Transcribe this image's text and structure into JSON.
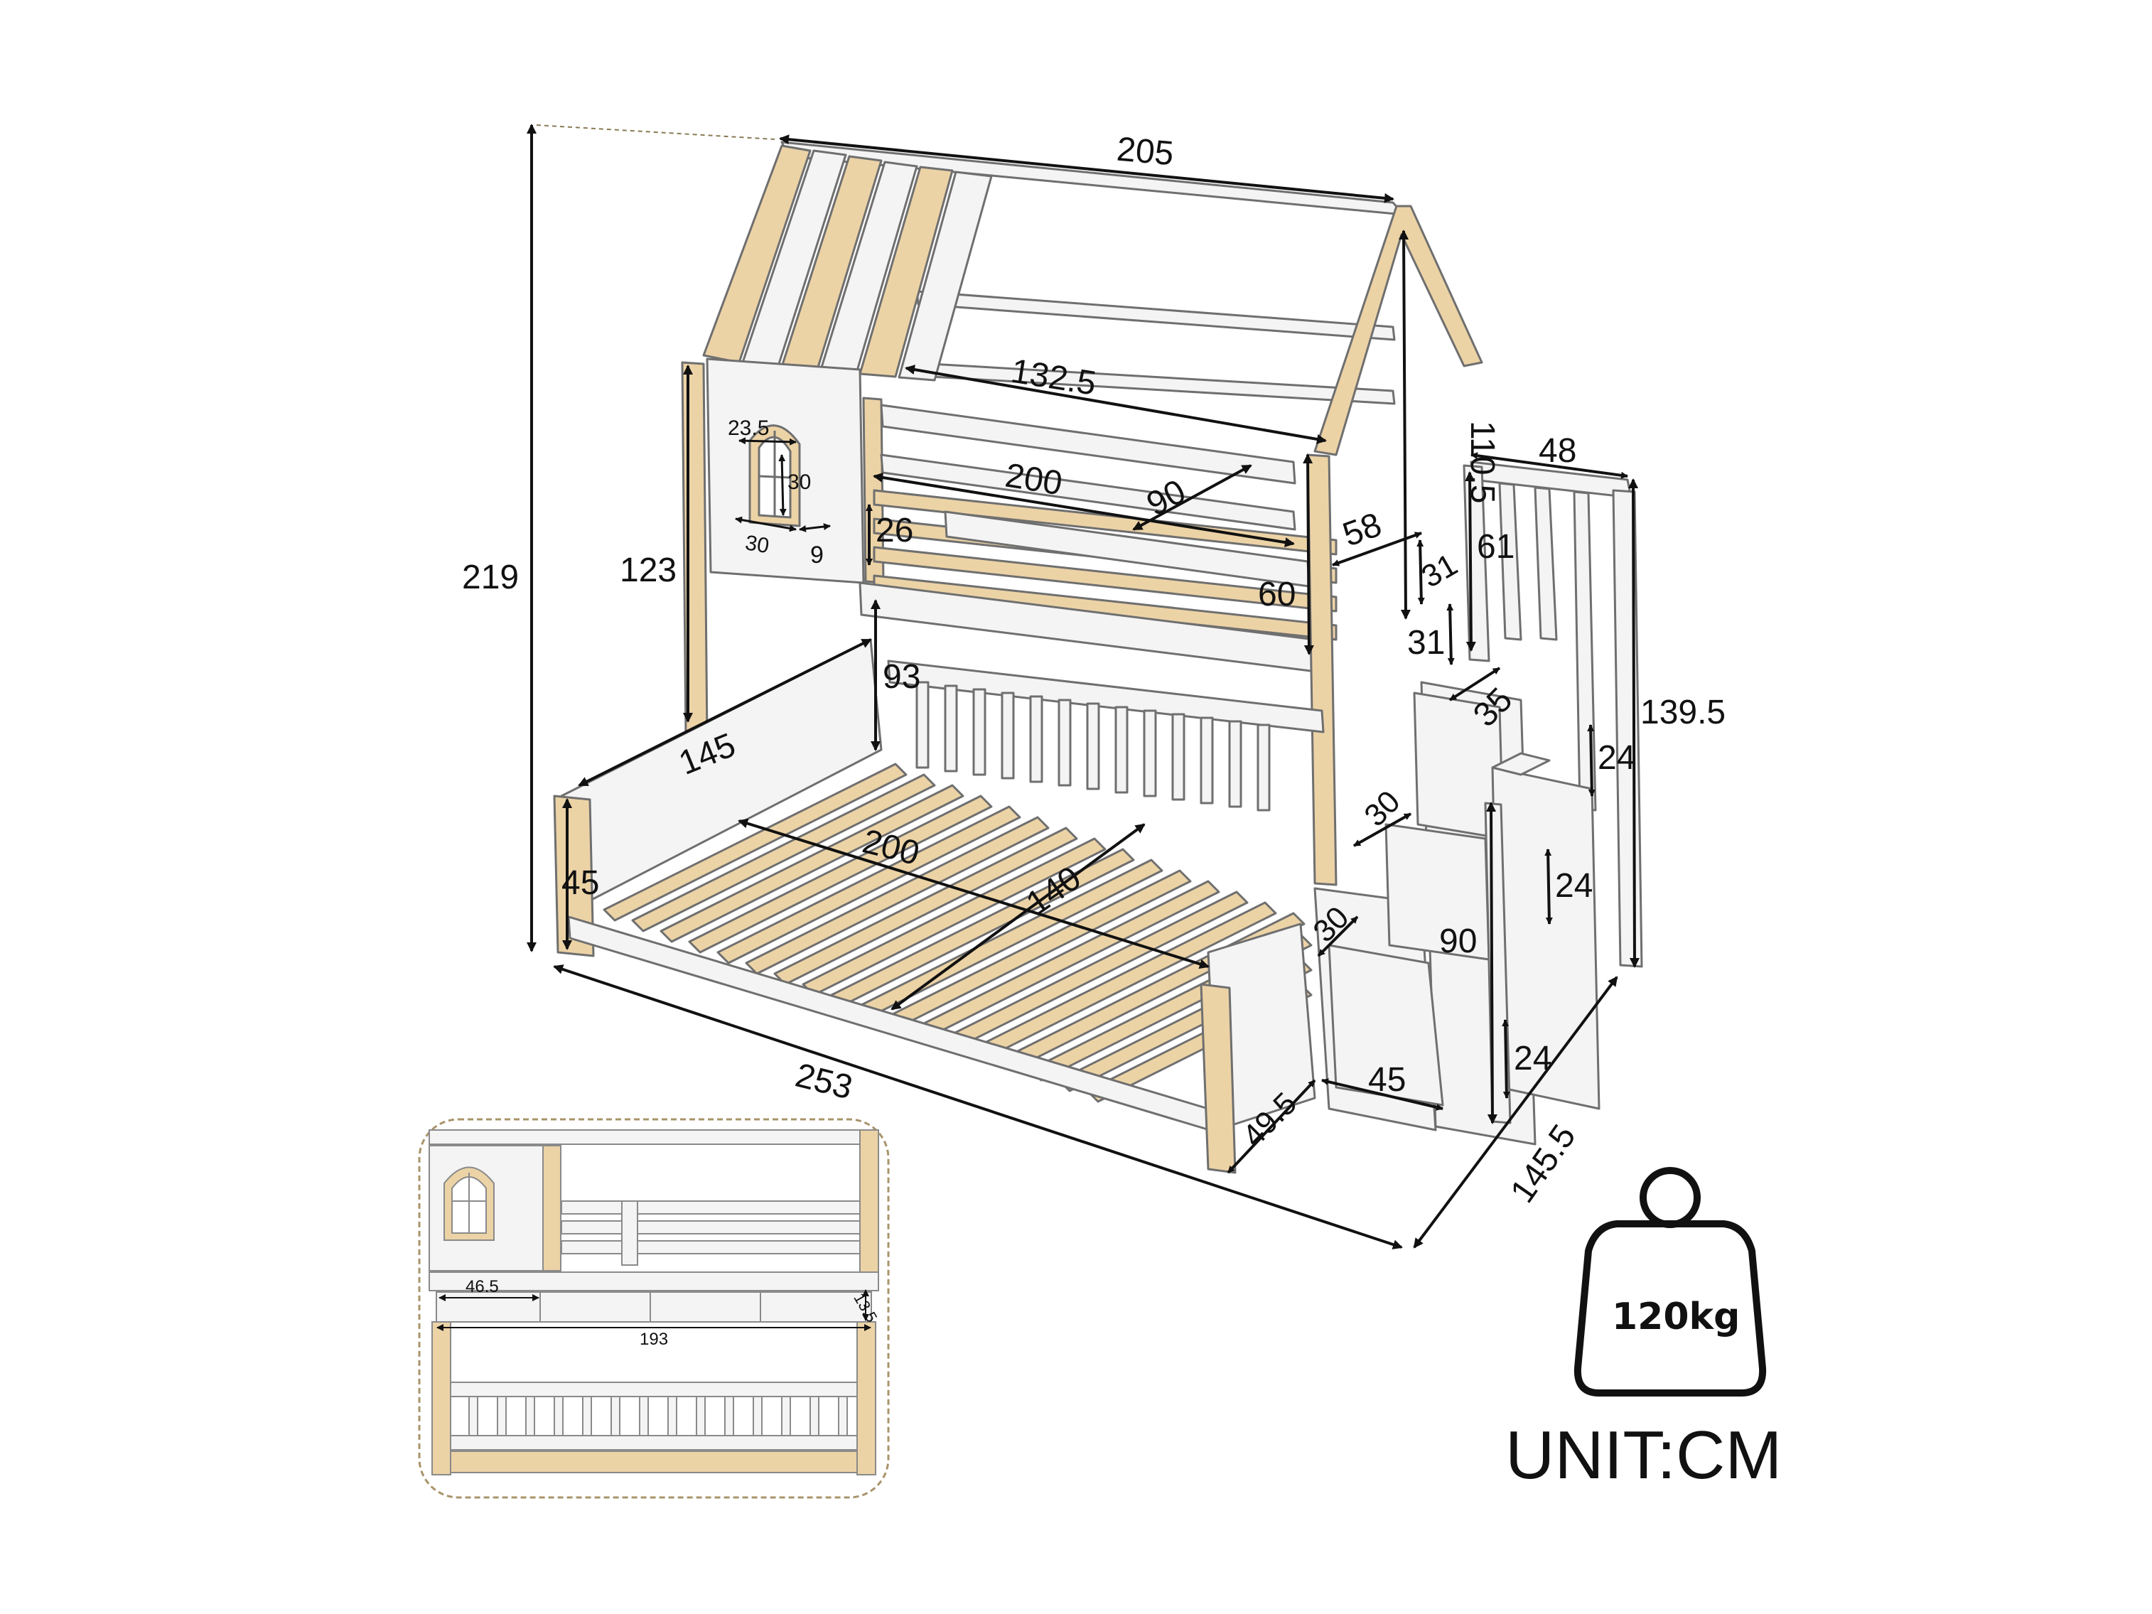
{
  "dimensions": {
    "total_height": "219",
    "top_length": "205",
    "roof_inner_length": "132.5",
    "roof_height": "110.5",
    "upper_mattress_length": "200",
    "upper_mattress_width": "90",
    "side_post_height": "123",
    "window_width": "23.5",
    "window_height": "30",
    "window_bottom_width": "30",
    "window_offset": "9",
    "upper_guard_height": "26",
    "upper_rail_height": "60",
    "gap_height": "93",
    "lower_side_length": "145",
    "lower_end_height": "45",
    "lower_mattress_length": "200",
    "lower_mattress_width": "140",
    "total_length": "253",
    "foot_depth": "49.5",
    "stair_depth": "45",
    "stair_platform_width": "58",
    "stair_top_width": "48",
    "stair_rail_height": "61",
    "stair_upper_step": "31",
    "stair_lower_step": "31",
    "stair_step_depth": "35",
    "stair_height": "139.5",
    "stair_riser_upper": "24",
    "stair_riser_mid": "24",
    "stair_riser_low": "24",
    "stair_step_width_1": "30",
    "stair_step_width_2": "30",
    "stair_column_height": "90",
    "total_width": "145.5"
  },
  "inset": {
    "drawer_width": "46.5",
    "drawer_height": "13.5",
    "drawers_total": "193"
  },
  "badge": {
    "weight": "120kg",
    "unit": "UNIT:CM"
  },
  "colors": {
    "wood": "#ECD3A6",
    "white_panel": "#F4F4F4",
    "outline": "#6f6f6f",
    "ink": "#111111"
  }
}
